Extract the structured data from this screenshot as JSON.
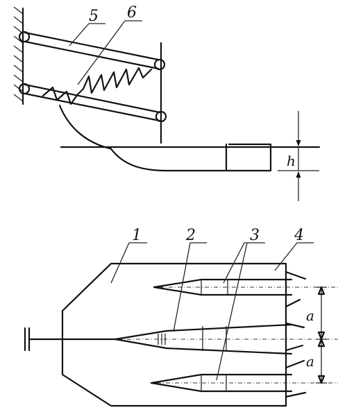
{
  "labels": {
    "l1": "1",
    "l2": "2",
    "l3": "3",
    "l4": "4",
    "l5": "5",
    "l6": "6"
  },
  "dimensions": {
    "h": "h",
    "a_top": "a",
    "a_bottom": "a"
  },
  "colors": {
    "ink": "#111111",
    "background": "#ffffff"
  }
}
